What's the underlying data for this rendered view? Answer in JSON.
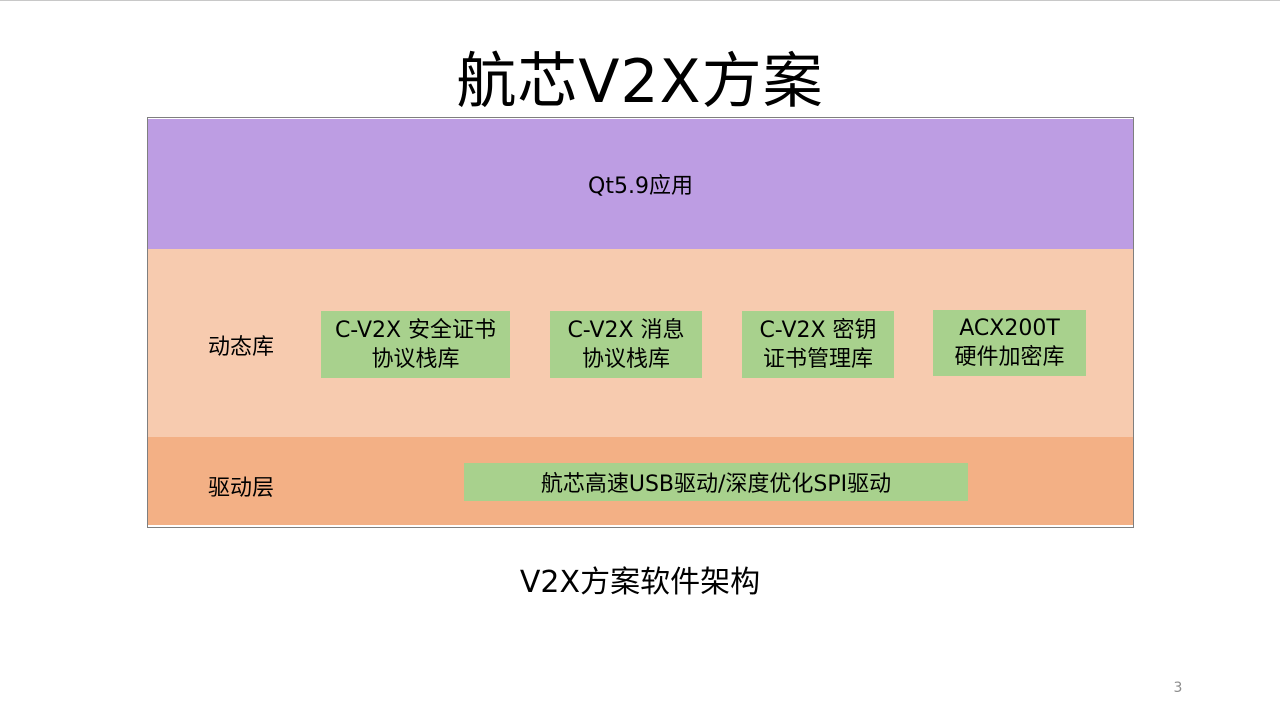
{
  "slide": {
    "title": "航芯V2X方案",
    "caption": "V2X方案软件架构",
    "page_number": "3"
  },
  "architecture": {
    "app_layer": {
      "label": "Qt5.9应用"
    },
    "dynamic_layer": {
      "label": "动态库",
      "modules": [
        {
          "line1": "C-V2X 安全证书",
          "line2": "协议栈库"
        },
        {
          "line1": "C-V2X 消息",
          "line2": "协议栈库"
        },
        {
          "line1": "C-V2X 密钥",
          "line2": "证书管理库"
        },
        {
          "line1": "ACX200T",
          "line2": "硬件加密库"
        }
      ]
    },
    "driver_layer": {
      "label": "驱动层",
      "module": "航芯高速USB驱动/深度优化SPI驱动"
    }
  },
  "colors": {
    "app_layer": "#bd9de3",
    "dynamic_layer": "#f7cbaf",
    "driver_layer": "#f3b085",
    "module": "#a8d18d"
  }
}
